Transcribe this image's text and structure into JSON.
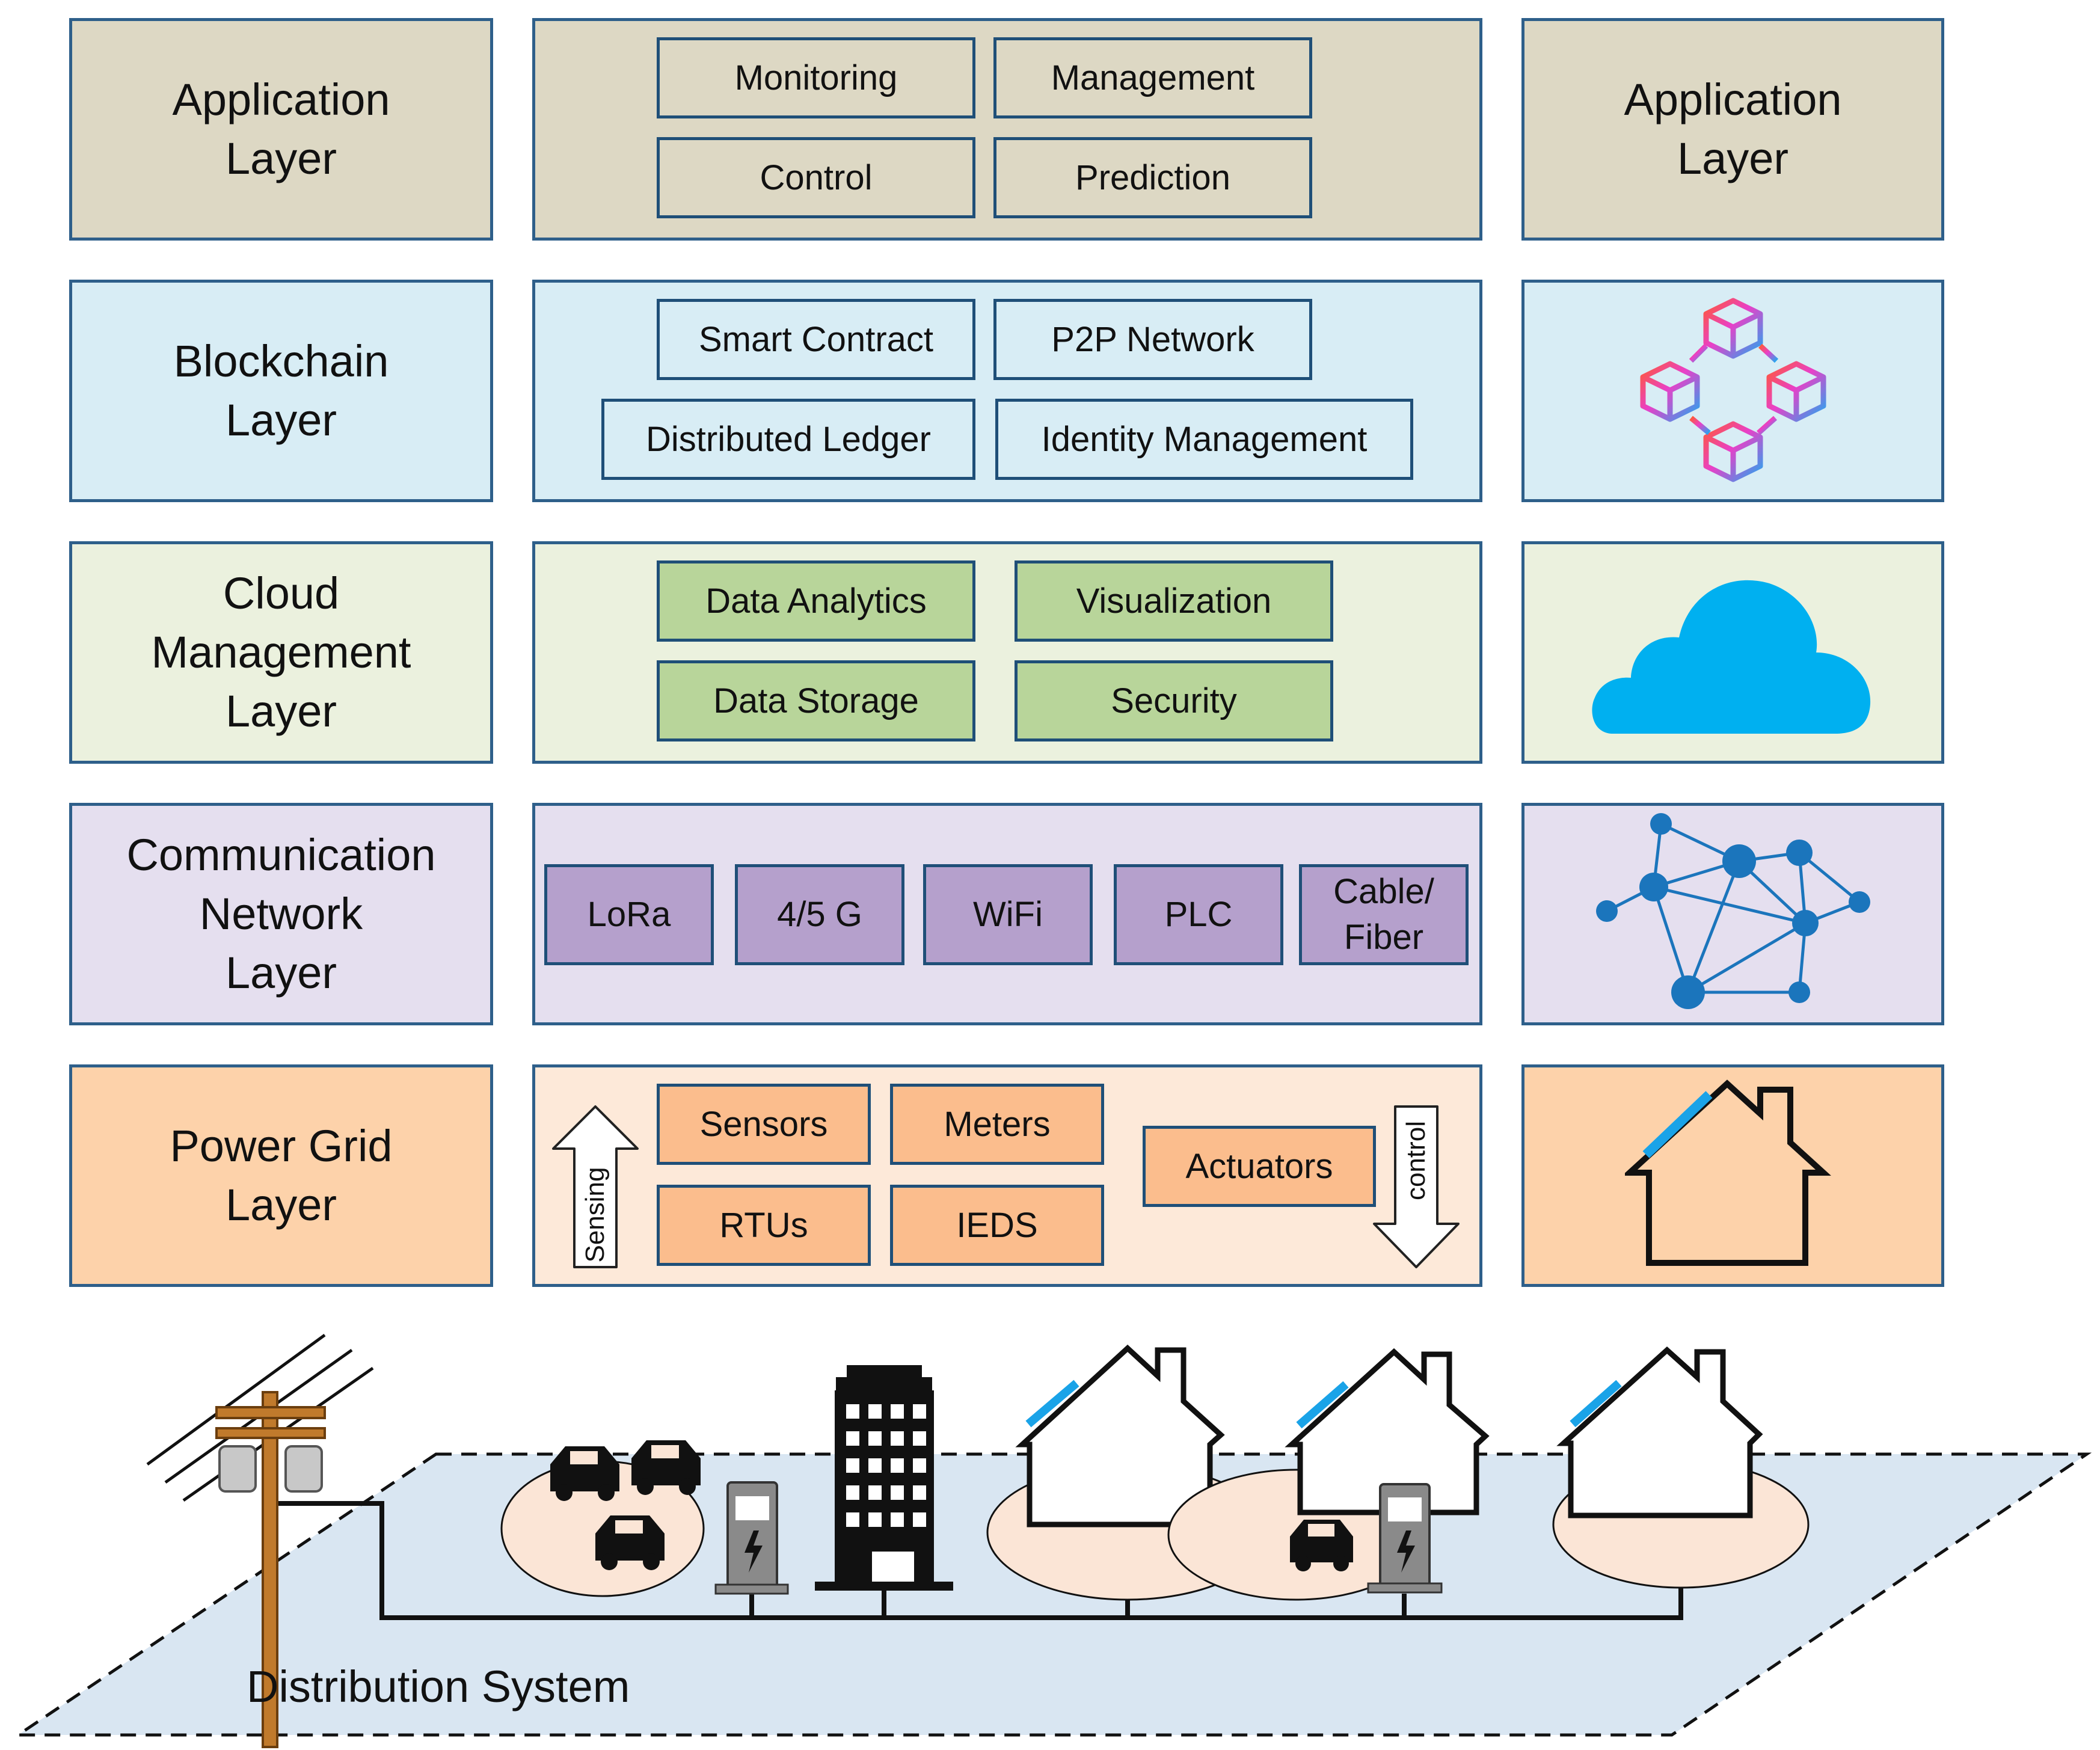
{
  "colors": {
    "border": "#2e5f8a",
    "application": "#ddd8c4",
    "blockchain": "#d8edf5",
    "cloud": "#ebf1de",
    "cloud_item": "#b8d59a",
    "communication": "#e5dfef",
    "communication_item": "#b5a0cc",
    "power_grid": "#fdd2aa",
    "power_panel": "#fde9d9",
    "power_item": "#fbbd8d",
    "cloud_icon": "#00b0f0",
    "ground": "#d9e6f2",
    "house_circle": "#fbe5d6",
    "solar_panel": "#1aa3e8"
  },
  "layers": {
    "application": {
      "left_label": "Application\nLayer",
      "right_label": "Application\nLayer",
      "items": [
        "Monitoring",
        "Management",
        "Control",
        "Prediction"
      ]
    },
    "blockchain": {
      "left_label": "Blockchain\nLayer",
      "items": [
        "Smart Contract",
        "P2P Network",
        "Distributed Ledger",
        "Identity Management"
      ],
      "icon": "blockchain-cubes-icon"
    },
    "cloud": {
      "left_label": "Cloud\nManagement\nLayer",
      "items": [
        "Data Analytics",
        "Visualization",
        "Data Storage",
        "Security"
      ],
      "icon": "cloud-icon"
    },
    "communication": {
      "left_label": "Communication\nNetwork\nLayer",
      "items": [
        "LoRa",
        "4/5 G",
        "WiFi",
        "PLC",
        "Cable/\nFiber"
      ],
      "icon": "network-graph-icon"
    },
    "power_grid": {
      "left_label": "Power Grid\nLayer",
      "items": [
        "Sensors",
        "Meters",
        "RTUs",
        "IEDS",
        "Actuators"
      ],
      "sensing_label": "Sensing",
      "control_label": "control",
      "icon": "house-solar-icon"
    }
  },
  "distribution": {
    "label": "Distribution System"
  }
}
